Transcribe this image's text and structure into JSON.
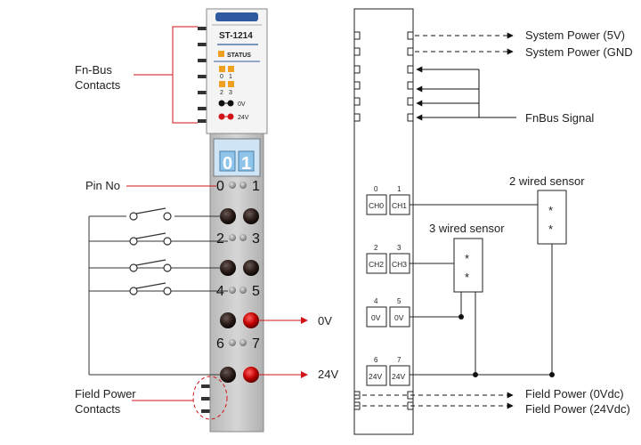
{
  "module": {
    "model": "ST-1214",
    "status_label": "STATUS",
    "led_labels": [
      "0",
      "1",
      "2",
      "3"
    ],
    "supply_labels": [
      "0V",
      "24V"
    ],
    "window_digits": [
      "0",
      "1"
    ],
    "pin_numbers": [
      "0",
      "1",
      "2",
      "3",
      "4",
      "5",
      "6",
      "7"
    ]
  },
  "left_labels": {
    "fnbus_line1": "Fn-Bus",
    "fnbus_line2": "Contacts",
    "pin_no": "Pin No",
    "zero_v": "0V",
    "twentyfour_v": "24V",
    "field_line1": "Field Power",
    "field_line2": "Contacts"
  },
  "right_labels": {
    "system_power_5v": "System Power (5V)",
    "system_power_gnd": "System Power (GND",
    "fnbus_signal": "FnBus Signal",
    "two_wired_sensor": "2 wired sensor",
    "three_wired_sensor": "3 wired sensor",
    "field_power_0v": "Field Power (0Vdc)",
    "field_power_24v": "Field Power (24Vdc)"
  },
  "terminals": [
    {
      "nums": [
        "0",
        "1"
      ],
      "boxes": [
        "CH0",
        "CH1"
      ]
    },
    {
      "nums": [
        "2",
        "3"
      ],
      "boxes": [
        "CH2",
        "CH3"
      ]
    },
    {
      "nums": [
        "4",
        "5"
      ],
      "boxes": [
        "0V",
        "0V"
      ]
    },
    {
      "nums": [
        "6",
        "7"
      ],
      "boxes": [
        "24V",
        "24V"
      ]
    }
  ],
  "sensor_marks": "*",
  "colors": {
    "accent_red": "#d0141a",
    "status_orange": "#f0a020",
    "module_blue": "#2f5aa0",
    "window_blue": "#8ec4ea",
    "body_grey": "#c8c8c8"
  }
}
